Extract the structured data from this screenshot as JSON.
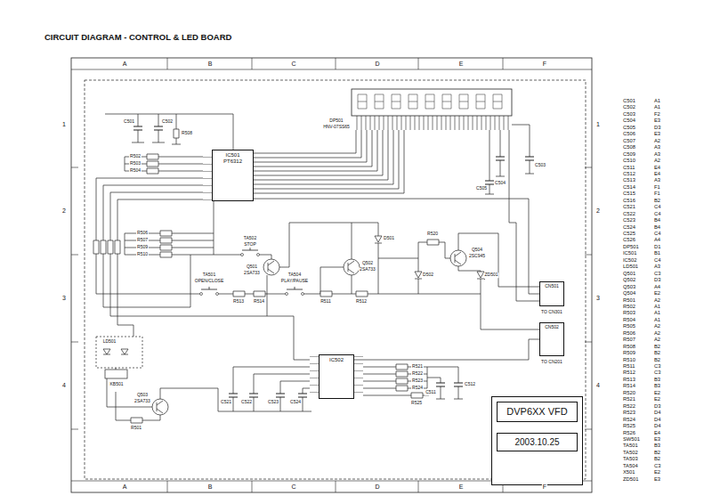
{
  "diagram": {
    "title": "CIRCUIT DIAGRAM - CONTROL & LED BOARD",
    "nodes": [
      {
        "text": [
          "IC501",
          "PT6312"
        ]
      },
      {
        "text": [
          "IC502"
        ]
      },
      {
        "text": [
          "CN501"
        ]
      },
      {
        "text": [
          "CN502"
        ]
      },
      {
        "text": [
          "DVP6XX VFD",
          "2003.10.25"
        ]
      }
    ],
    "edges": [
      {
        "from": 0,
        "to": 2,
        "arrow": "none"
      },
      {
        "from": 1,
        "to": 3,
        "arrow": "none"
      }
    ],
    "labels": [
      "A",
      "B",
      "C",
      "D",
      "E",
      "F",
      "1",
      "2",
      "3",
      "4",
      "A",
      "B",
      "C",
      "D",
      "E",
      "F",
      "1",
      "2",
      "3",
      "4",
      "DP501",
      "HNV-07SS65",
      "C501",
      "C502",
      "R508",
      "R502",
      "R503",
      "R504",
      "R506",
      "R507",
      "R509",
      "R510",
      "TA502",
      "STOP",
      "Q501",
      "2SA733",
      "TA501",
      "OPEN/CLOSE",
      "R513",
      "R514",
      "TA504",
      "PLAY/PAUSE",
      "R511",
      "R512",
      "Q502",
      "2SA733",
      "D501",
      "R520",
      "D502",
      "Q504",
      "2SC945",
      "ZD501",
      "C505",
      "C504",
      "C503",
      "TO CN301",
      "TO CN201",
      "R521",
      "R522",
      "R523",
      "R524",
      "C511",
      "C512",
      "R525",
      "C521",
      "C522",
      "C523",
      "C524",
      "Q503",
      "2SA733",
      "R501",
      "LD501",
      "KB501",
      "C501",
      "A1",
      "C502",
      "A1",
      "C503",
      "F2",
      "C504",
      "E3",
      "C505",
      "D3",
      "C506",
      "E3",
      "C507",
      "A2",
      "C508",
      "A3",
      "C509",
      "A3",
      "C510",
      "A2",
      "C511",
      "E4",
      "C512",
      "E4",
      "C513",
      "A3",
      "C514",
      "F1",
      "C515",
      "F1",
      "C516",
      "B2",
      "C521",
      "C4",
      "C522",
      "C4",
      "C523",
      "B4",
      "C524",
      "B4",
      "C525",
      "C4",
      "C526",
      "A4",
      "DP501",
      "D1",
      "IC501",
      "B1",
      "IC502",
      "C4",
      "LD501",
      "A3",
      "Q501",
      "C3",
      "Q502",
      "D3",
      "Q503",
      "A4",
      "Q504",
      "E2",
      "R501",
      "A2",
      "R502",
      "A1",
      "R503",
      "A1",
      "R504",
      "A1",
      "R505",
      "A2",
      "R506",
      "A2",
      "R507",
      "A2",
      "R508",
      "B2",
      "R509",
      "B2",
      "R510",
      "B2",
      "R511",
      "C3",
      "R512",
      "C3",
      "R513",
      "B3",
      "R514",
      "B3",
      "R520",
      "E2",
      "R521",
      "E2",
      "R522",
      "D3",
      "R523",
      "D4",
      "R524",
      "D4",
      "R525",
      "D4",
      "R526",
      "E4",
      "SW501",
      "E3",
      "TA501",
      "B3",
      "TA502",
      "B2",
      "TA503",
      "B2",
      "TA504",
      "C3",
      "X501",
      "E2",
      "ZD501",
      "E3"
    ]
  }
}
